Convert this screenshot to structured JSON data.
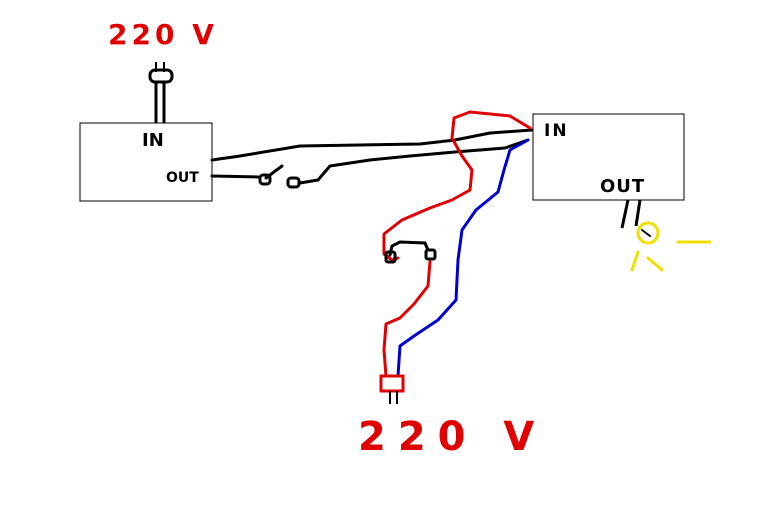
{
  "labels": {
    "supply_top": "220 V",
    "supply_bottom": "220 V",
    "box1_in": "IN",
    "box1_out": "OUT",
    "box2_in": "IN",
    "box2_out": "OUT"
  },
  "icons": {
    "plug_top": "plug-icon",
    "plug_bottom": "plug-icon",
    "lamp": "light-bulb-icon"
  },
  "colors": {
    "line_black": "#000000",
    "wire_red": "#e00000",
    "wire_blue": "#0000d0",
    "lamp_yellow": "#f0e000"
  }
}
